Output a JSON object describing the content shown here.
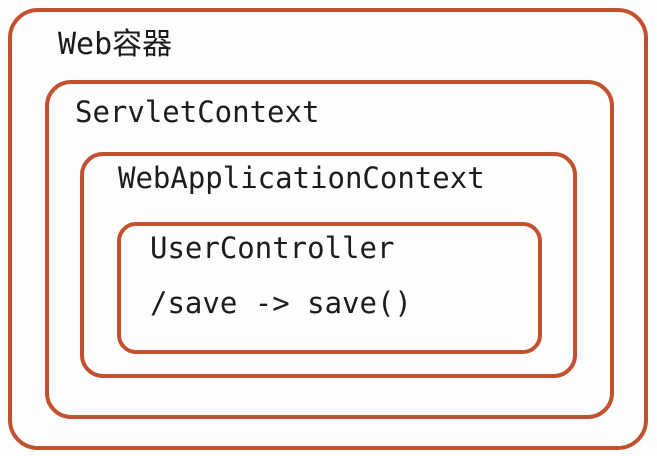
{
  "diagram": {
    "title": "Web container context nesting diagram",
    "colors": {
      "border": "#c2512f",
      "text": "#1c1c1c",
      "background": "#fdfdfd"
    },
    "boxes": {
      "web_container": {
        "label": "Web容器"
      },
      "servlet_context": {
        "label": "ServletContext"
      },
      "web_application_context": {
        "label": "WebApplicationContext"
      },
      "user_controller": {
        "label": "UserController",
        "mapping": "/save -> save()"
      }
    }
  }
}
